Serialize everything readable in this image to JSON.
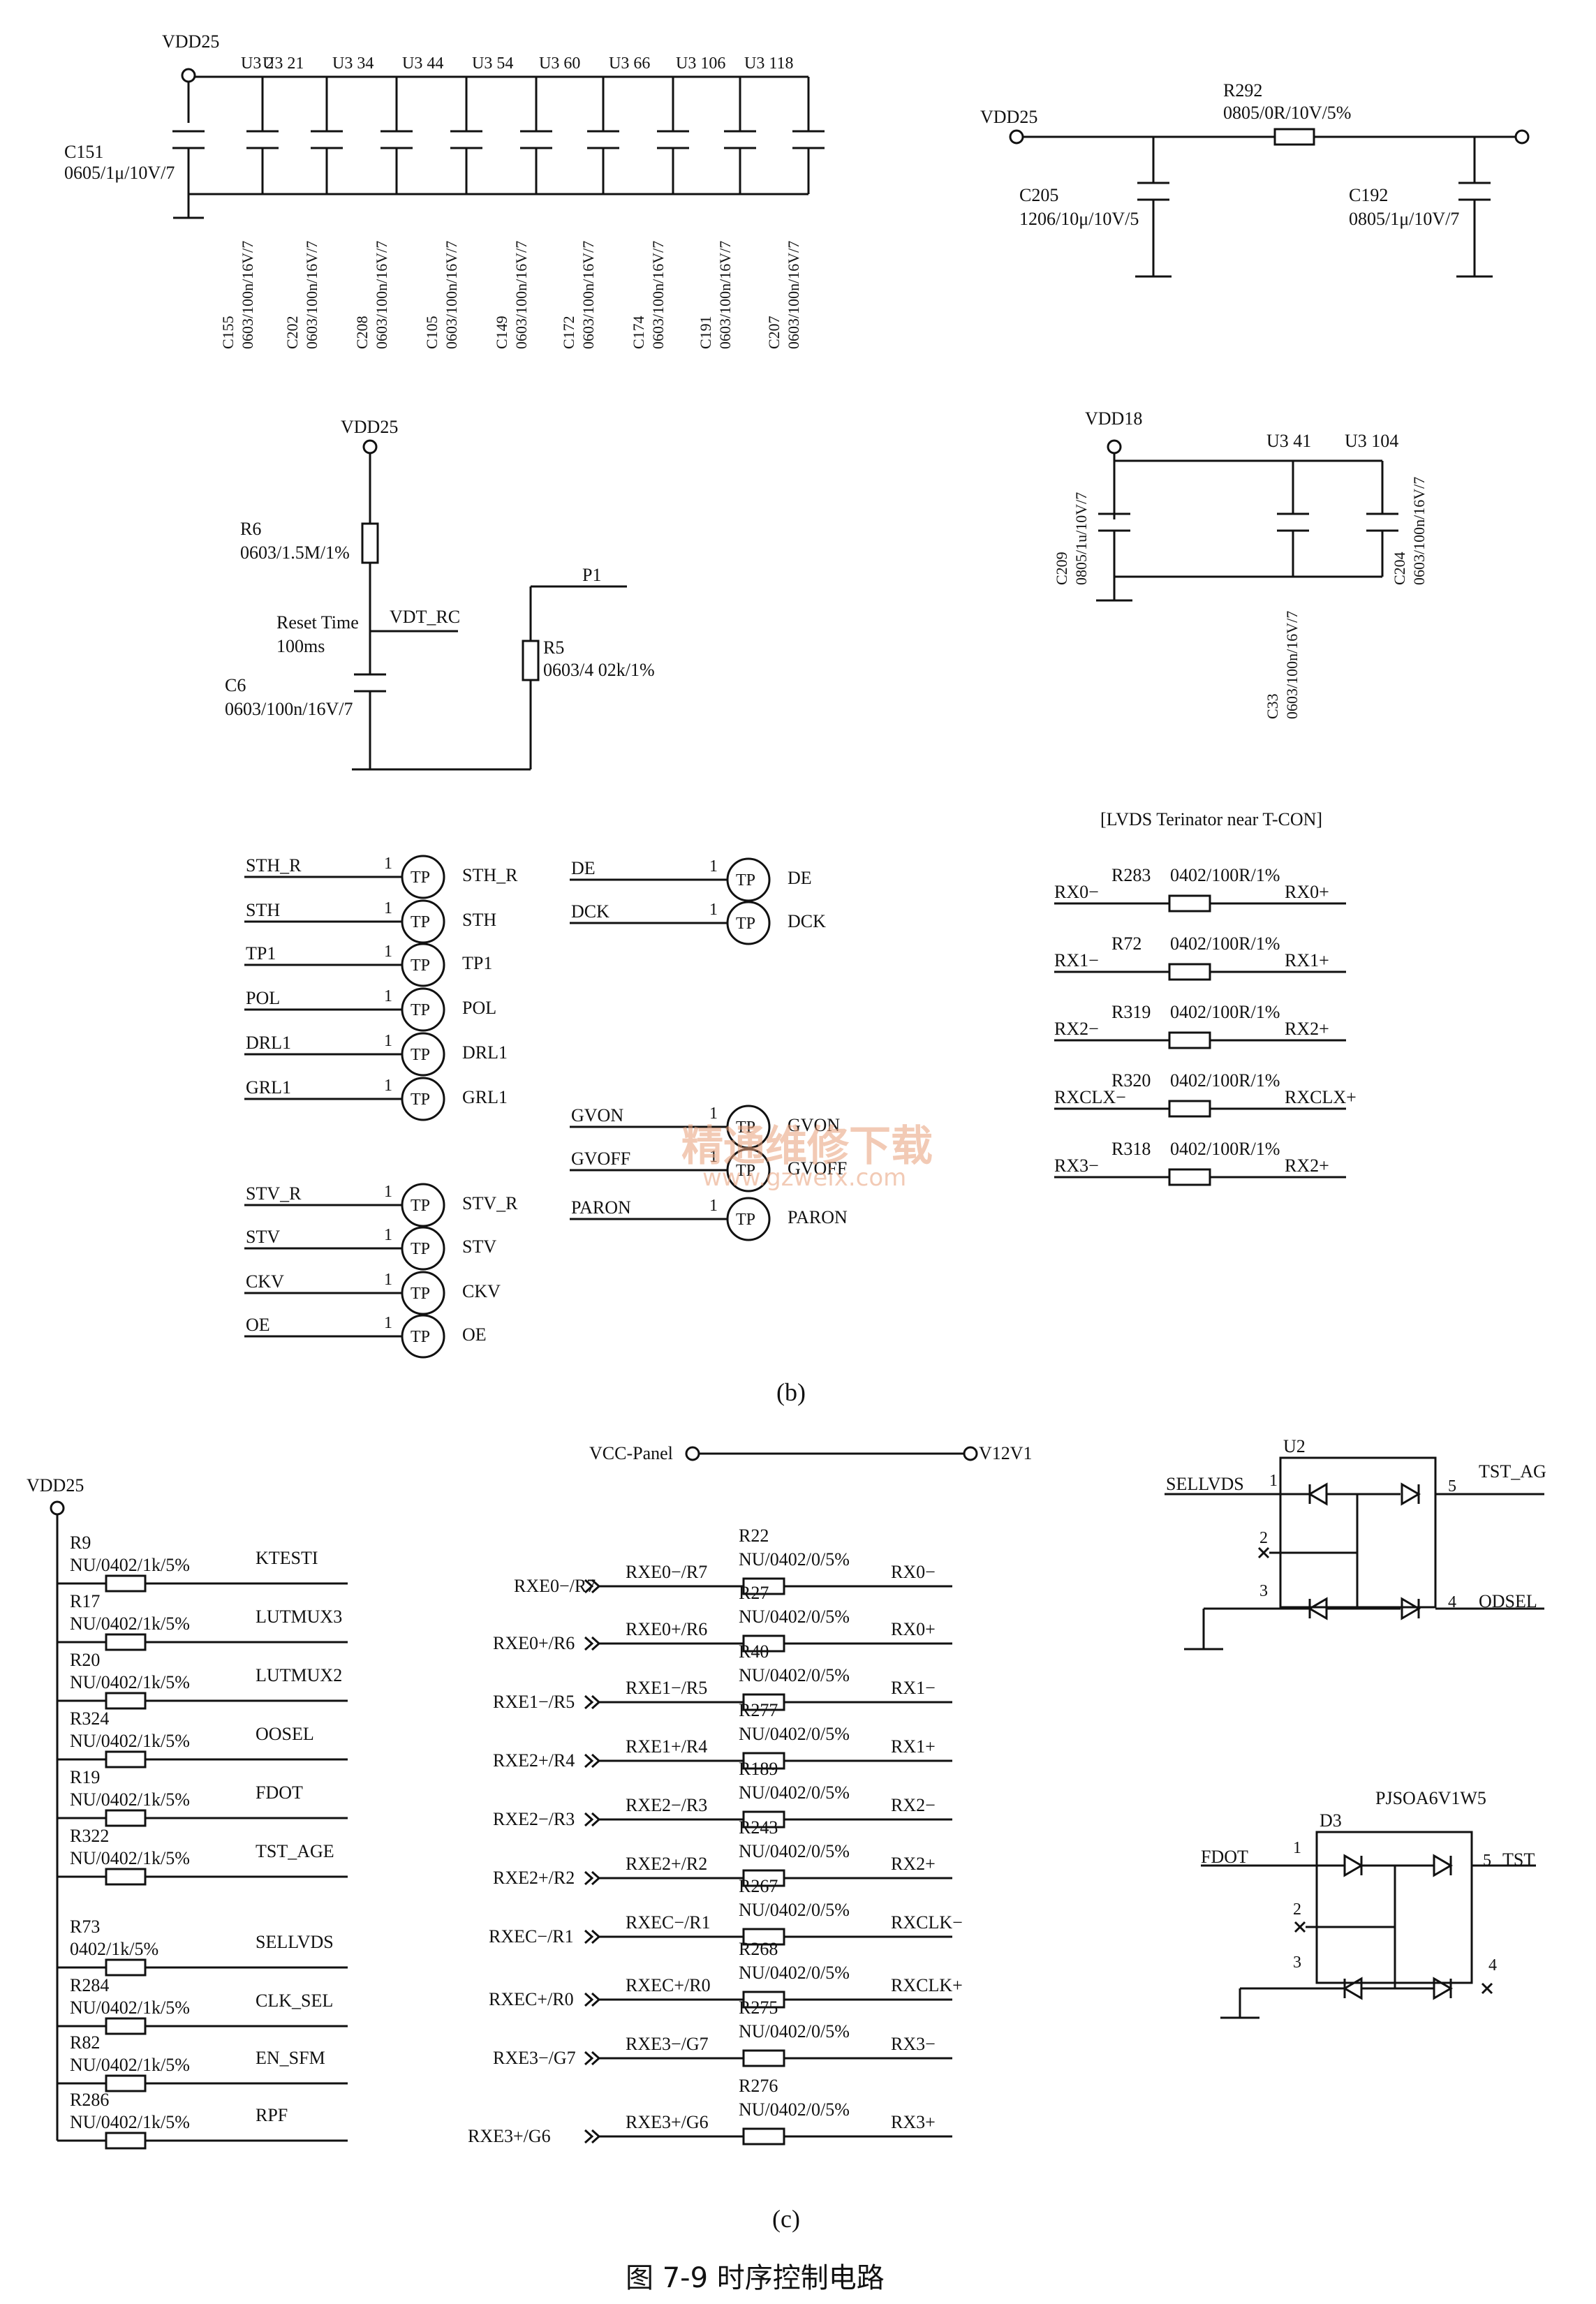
{
  "figure_caption": "图 7-9   时序控制电路",
  "watermark": {
    "line1": "精通维修下载",
    "line2": "www.gzweix.com"
  },
  "panel_b_label": "(b)",
  "panel_c_label": "(c)",
  "decoupling": {
    "net": "VDD25",
    "bulk": {
      "ref": "C151",
      "value": "0605/1μ/10V/7"
    },
    "pins": [
      "U3  2",
      "U3  21",
      "U3  34",
      "U3  44",
      "U3  54",
      "U3  60",
      "U3  66",
      "U3  106",
      "U3  118"
    ],
    "caps": [
      {
        "ref": "C155",
        "value": "0603/100n/16V/7"
      },
      {
        "ref": "C202",
        "value": "0603/100n/16V/7"
      },
      {
        "ref": "C208",
        "value": "0603/100n/16V/7"
      },
      {
        "ref": "C105",
        "value": "0603/100n/16V/7"
      },
      {
        "ref": "C149",
        "value": "0603/100n/16V/7"
      },
      {
        "ref": "C172",
        "value": "0603/100n/16V/7"
      },
      {
        "ref": "C174",
        "value": "0603/100n/16V/7"
      },
      {
        "ref": "C191",
        "value": "0603/100n/16V/7"
      },
      {
        "ref": "C207",
        "value": "0603/100n/16V/7"
      }
    ]
  },
  "filter": {
    "net": "VDD25",
    "r_ref": "R292",
    "r_value": "0805/0R/10V/5%",
    "c1_ref": "C205",
    "c1_value": "1206/10μ/10V/5",
    "c2_ref": "C192",
    "c2_value": "0805/1μ/10V/7"
  },
  "reset": {
    "net": "VDD25",
    "r6_ref": "R6",
    "r6_value": "0603/1.5M/1%",
    "reset_label": "Reset Time",
    "reset_value": "100ms",
    "node": "VDT_RC",
    "c6_ref": "C6",
    "c6_value": "0603/100n/16V/7",
    "p1": "P1",
    "r5_ref": "R5",
    "r5_value": "0603/4 02k/1%"
  },
  "vdd18": {
    "net": "VDD18",
    "pin1": "U3 41",
    "pin2": "U3 104",
    "c209_ref": "C209",
    "c209_value": "0805/1u/10V/7",
    "c33_ref": "C33",
    "c33_value": "0603/100n/16V/7",
    "c204_ref": "C204",
    "c204_value": "0603/100n/16V/7"
  },
  "testpoints": {
    "circle_label": "TP",
    "pin": "1",
    "group1": [
      {
        "net": "STH_R",
        "name": "STH_R"
      },
      {
        "net": "STH",
        "name": "STH"
      },
      {
        "net": "TP1",
        "name": "TP1"
      },
      {
        "net": "POL",
        "name": "POL"
      },
      {
        "net": "DRL1",
        "name": "DRL1"
      },
      {
        "net": "GRL1",
        "name": "GRL1"
      }
    ],
    "group2": [
      {
        "net": "DE",
        "name": "DE"
      },
      {
        "net": "DCK",
        "name": "DCK"
      }
    ],
    "group3": [
      {
        "net": "GVON",
        "name": "GVON"
      },
      {
        "net": "GVOFF",
        "name": "GVOFF"
      },
      {
        "net": "PARON",
        "name": "PARON"
      }
    ],
    "group4": [
      {
        "net": "STV_R",
        "name": "STV_R"
      },
      {
        "net": "STV",
        "name": "STV"
      },
      {
        "net": "CKV",
        "name": "CKV"
      },
      {
        "net": "OE",
        "name": "OE"
      }
    ]
  },
  "lvds_term": {
    "title": "[LVDS Terinator near T-CON]",
    "items": [
      {
        "ref": "R283",
        "value": "0402/100R/1%",
        "left": "RX0−",
        "right": "RX0+"
      },
      {
        "ref": "R72",
        "value": "0402/100R/1%",
        "left": "RX1−",
        "right": "RX1+"
      },
      {
        "ref": "R319",
        "value": "0402/100R/1%",
        "left": "RX2−",
        "right": "RX2+"
      },
      {
        "ref": "R320",
        "value": "0402/100R/1%",
        "left": "RXCLX−",
        "right": "RXCLX+"
      },
      {
        "ref": "R318",
        "value": "0402/100R/1%",
        "left": "RX3−",
        "right": "RX2+"
      }
    ]
  },
  "pullups": {
    "net": "VDD25",
    "items": [
      {
        "ref": "R9",
        "value": "NU/0402/1k/5%",
        "signal": "KTESTI"
      },
      {
        "ref": "R17",
        "value": "NU/0402/1k/5%",
        "signal": "LUTMUX3"
      },
      {
        "ref": "R20",
        "value": "NU/0402/1k/5%",
        "signal": "LUTMUX2"
      },
      {
        "ref": "R324",
        "value": "NU/0402/1k/5%",
        "signal": "OOSEL"
      },
      {
        "ref": "R19",
        "value": "NU/0402/1k/5%",
        "signal": "FDOT"
      },
      {
        "ref": "R322",
        "value": "NU/0402/1k/5%",
        "signal": "TST_AGE"
      },
      {
        "ref": "R73",
        "value": "0402/1k/5%",
        "signal": "SELLVDS"
      },
      {
        "ref": "R284",
        "value": "NU/0402/1k/5%",
        "signal": "CLK_SEL"
      },
      {
        "ref": "R82",
        "value": "NU/0402/1k/5%",
        "signal": "EN_SFM"
      },
      {
        "ref": "R286",
        "value": "NU/0402/1k/5%",
        "signal": "RPF"
      }
    ]
  },
  "vcc": {
    "left": "VCC-Panel",
    "right": "V12V1"
  },
  "series": {
    "items": [
      {
        "port": "RXE0−/R7",
        "net": "RXE0−/R7",
        "ref": "R22",
        "value": "NU/0402/0/5%",
        "out": "RX0−"
      },
      {
        "port": "RXE0+/R6",
        "net": "RXE0+/R6",
        "ref": "R27",
        "value": "NU/0402/0/5%",
        "out": "RX0+"
      },
      {
        "port": "RXE1−/R5",
        "net": "RXE1−/R5",
        "ref": "R40",
        "value": "NU/0402/0/5%",
        "out": "RX1−"
      },
      {
        "port": "RXE2+/R4",
        "net": "RXE1+/R4",
        "ref": "R277",
        "value": "NU/0402/0/5%",
        "out": "RX1+"
      },
      {
        "port": "RXE2−/R3",
        "net": "RXE2−/R3",
        "ref": "R189",
        "value": "NU/0402/0/5%",
        "out": "RX2−"
      },
      {
        "port": "RXE2+/R2",
        "net": "RXE2+/R2",
        "ref": "R243",
        "value": "NU/0402/0/5%",
        "out": "RX2+"
      },
      {
        "port": "RXEC−/R1",
        "net": "RXEC−/R1",
        "ref": "R267",
        "value": "NU/0402/0/5%",
        "out": "RXCLK−"
      },
      {
        "port": "RXEC+/R0",
        "net": "RXEC+/R0",
        "ref": "R268",
        "value": "NU/0402/0/5%",
        "out": "RXCLK+"
      },
      {
        "port": "RXE3−/G7",
        "net": "RXE3−/G7",
        "ref": "R275",
        "value": "NU/0402/0/5%",
        "out": "RX3−"
      },
      {
        "port": "RXE3+/G6",
        "net": "RXE3+/G6",
        "ref": "R276",
        "value": "NU/0402/0/5%",
        "out": "RX3+"
      }
    ]
  },
  "u2": {
    "ref": "U2",
    "in": "SELLVDS",
    "out1": "TST_AG",
    "out2": "ODSEL",
    "pin1": "1",
    "pin2": "2",
    "pin3": "3",
    "pin4": "4",
    "pin5": "5"
  },
  "d3": {
    "part": "PJSOA6V1W5",
    "ref": "D3",
    "in": "FDOT",
    "out": "TST",
    "pin1": "1",
    "pin2": "2",
    "pin3": "3",
    "pin4": "4",
    "pin5": "5"
  }
}
